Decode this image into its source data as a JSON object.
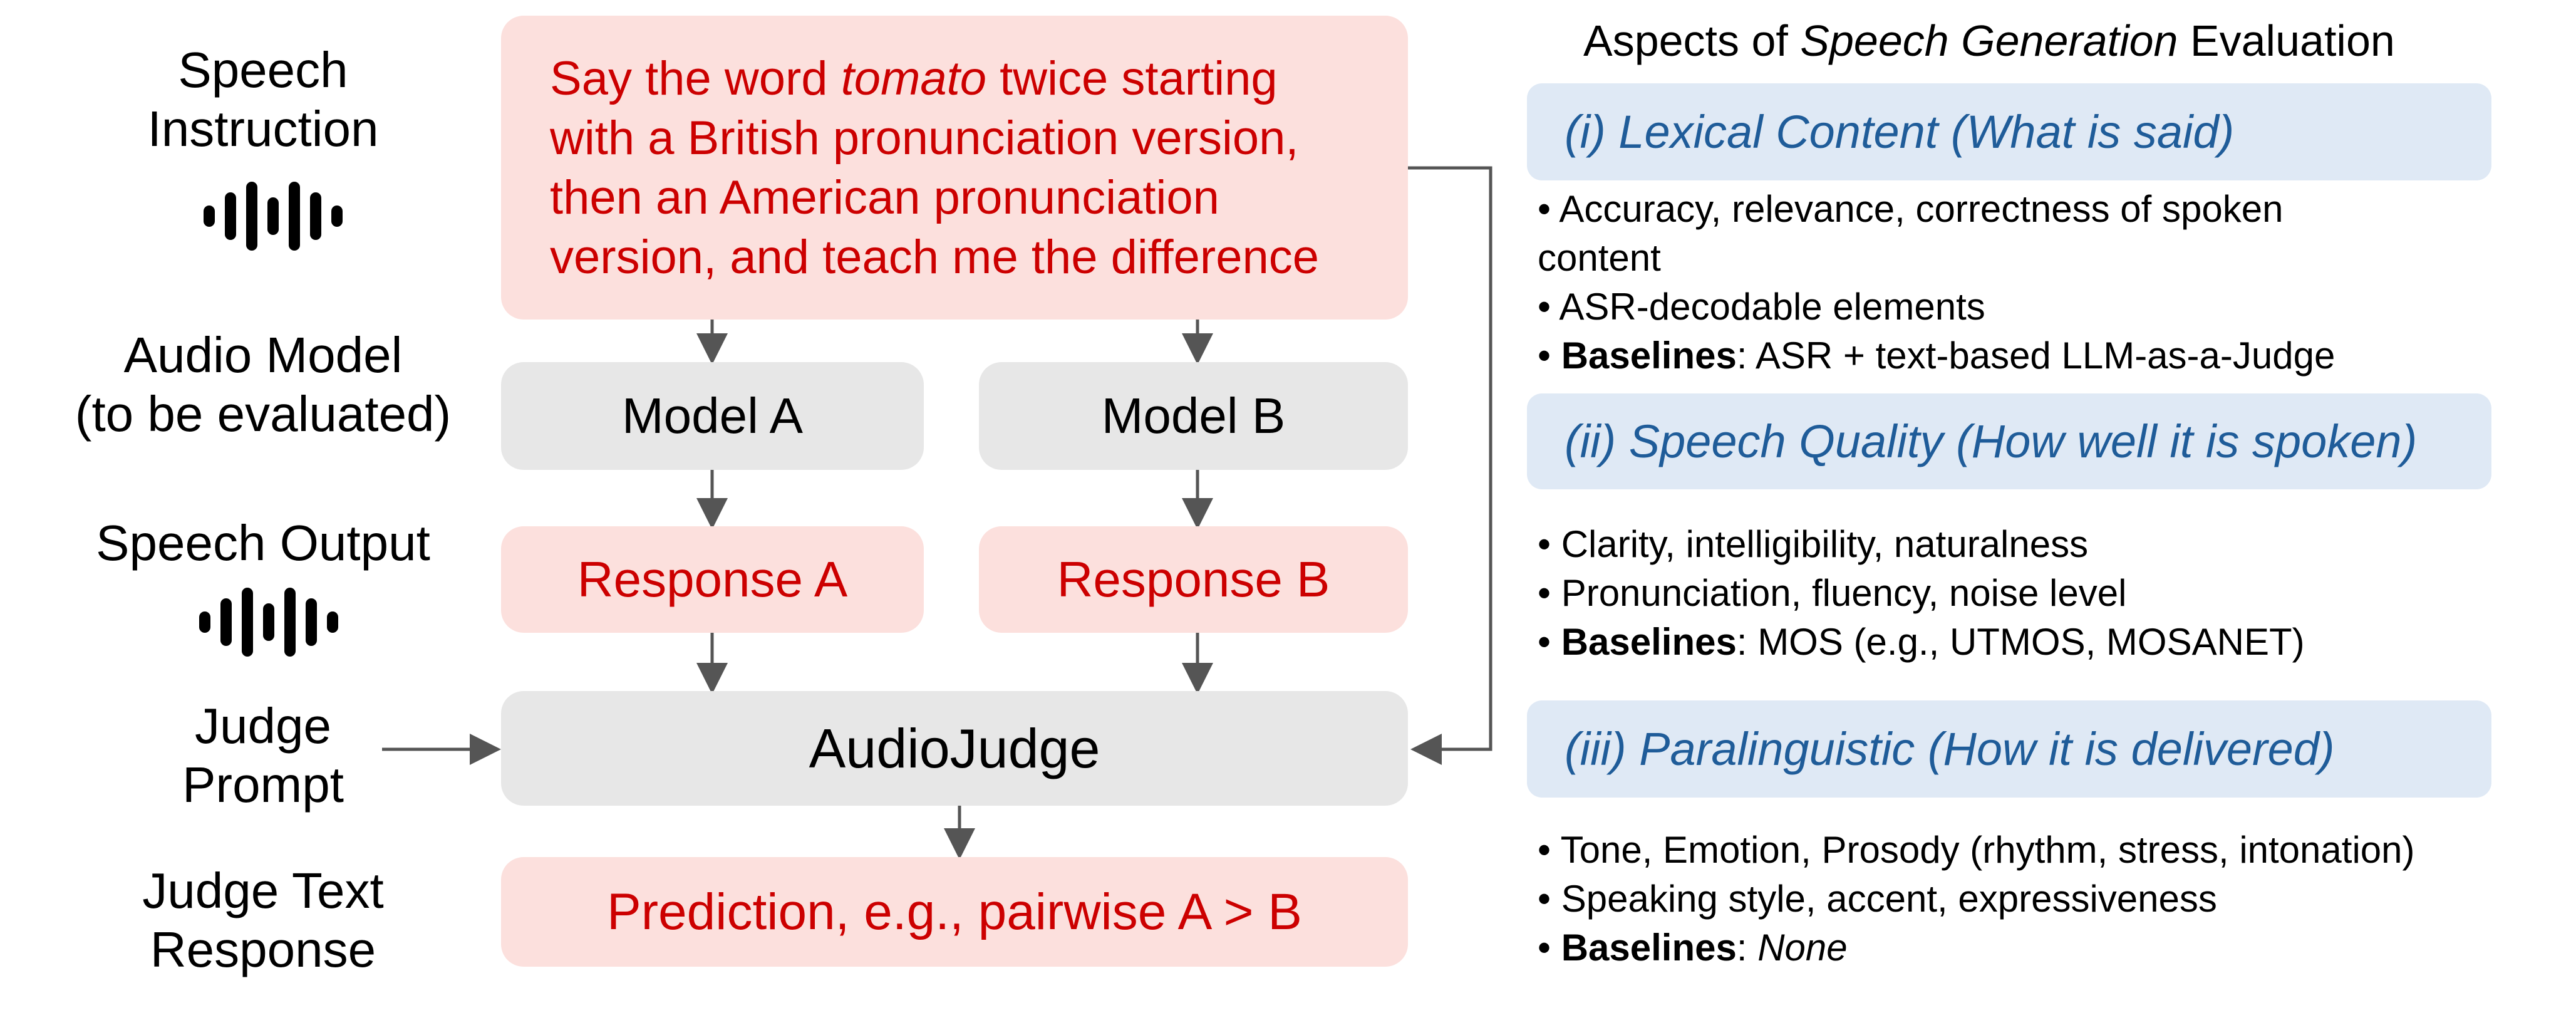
{
  "left_labels": {
    "speech_instruction": [
      "Speech",
      "Instruction"
    ],
    "audio_model": [
      "Audio Model",
      "(to be evaluated)"
    ],
    "speech_output": "Speech Output",
    "judge_prompt": [
      "Judge",
      "Prompt"
    ],
    "judge_text_response": [
      "Judge Text",
      "Response"
    ]
  },
  "instruction": {
    "pre": "Say the word ",
    "word": "tomato",
    "post": " twice starting with a British pronunciation version, then an American pronunciation version, and teach me the difference"
  },
  "models": {
    "a": "Model A",
    "b": "Model B"
  },
  "responses": {
    "a": "Response A",
    "b": "Response B"
  },
  "judge": "AudioJudge",
  "prediction": "Prediction, e.g., pairwise A > B",
  "aspects_header": {
    "pre": "Aspects of ",
    "emph": "Speech Generation",
    "post": " Evaluation"
  },
  "aspects": [
    {
      "title": "(i) Lexical Content (What is said)",
      "bullets": [
        "Accuracy, relevance, correctness of spoken",
        "content",
        "ASR-decodable elements"
      ],
      "baselines_label": "Baselines",
      "baselines_value": "ASR + text-based LLM-as-a-Judge"
    },
    {
      "title": "(ii) Speech Quality (How well it is spoken)",
      "bullets": [
        "Clarity, intelligibility, naturalness",
        "Pronunciation, fluency, noise level"
      ],
      "baselines_label": "Baselines",
      "baselines_value": "MOS (e.g., UTMOS, MOSANET)"
    },
    {
      "title": "(iii) Paralinguistic (How it is delivered)",
      "bullets": [
        "Tone, Emotion, Prosody (rhythm, stress, intonation)",
        "Speaking style, accent, expressiveness"
      ],
      "baselines_label": "Baselines",
      "baselines_value": "None"
    }
  ],
  "colors": {
    "red_text": "#cc0000",
    "pink_box": "#fce0dd",
    "gray_box": "#e7e7e7",
    "blue_title": "#1f5c99",
    "blue_box": "#dfe9f5",
    "arrow": "#555555"
  }
}
